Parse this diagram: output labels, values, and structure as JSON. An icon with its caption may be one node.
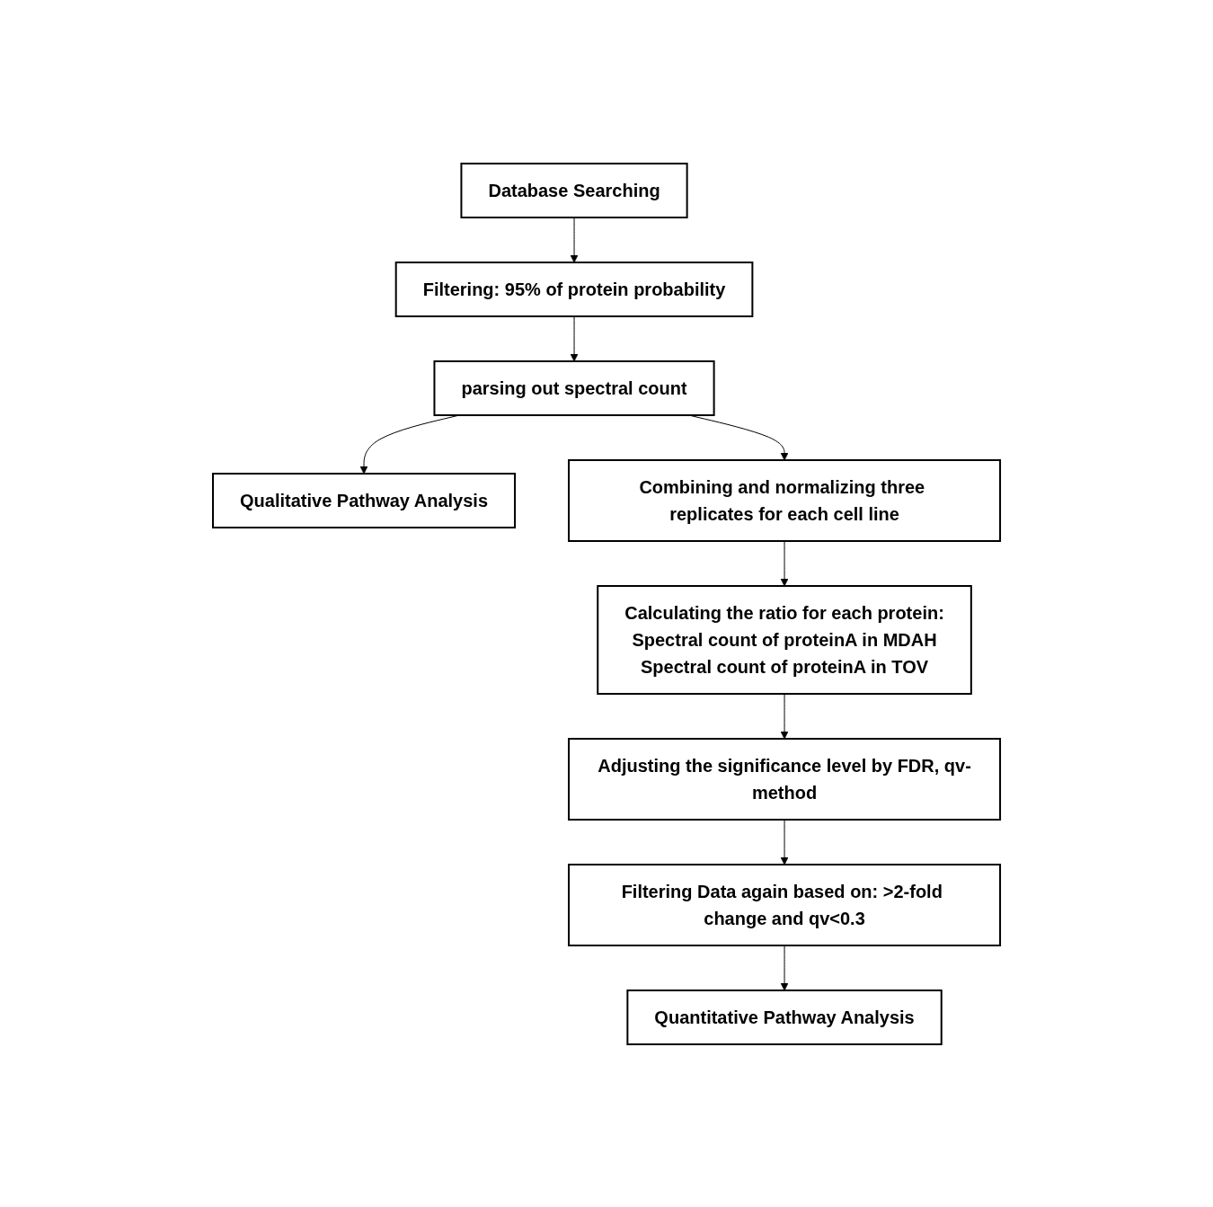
{
  "diagram": {
    "nodes": [
      {
        "text": [
          "Database Searching"
        ]
      },
      {
        "text": [
          "Filtering: 95% of protein probability"
        ]
      },
      {
        "text": [
          "parsing out spectral count"
        ]
      },
      {
        "text": [
          "Qualitative Pathway Analysis"
        ]
      },
      {
        "text": [
          "Combining and normalizing three replicates for each cell line"
        ]
      },
      {
        "text": [
          "Calculating the ratio for each protein:",
          "Spectral count of proteinA in MDAH",
          "Spectral count of proteinA in TOV"
        ]
      },
      {
        "text": [
          "Adjusting the significance level by FDR, qv-method"
        ]
      },
      {
        "text": [
          "Filtering Data again based on: >2-fold change and qv<0.3"
        ]
      },
      {
        "text": [
          "Quantitative Pathway Analysis"
        ]
      }
    ],
    "edges": [
      {
        "from": 0,
        "to": 1,
        "arrow": "to"
      },
      {
        "from": 1,
        "to": 2,
        "arrow": "to"
      },
      {
        "from": 2,
        "to": 3,
        "arrow": "to"
      },
      {
        "from": 2,
        "to": 4,
        "arrow": "to"
      },
      {
        "from": 4,
        "to": 5,
        "arrow": "to"
      },
      {
        "from": 5,
        "to": 6,
        "arrow": "to"
      },
      {
        "from": 6,
        "to": 7,
        "arrow": "to"
      },
      {
        "from": 7,
        "to": 8,
        "arrow": "to"
      }
    ]
  }
}
